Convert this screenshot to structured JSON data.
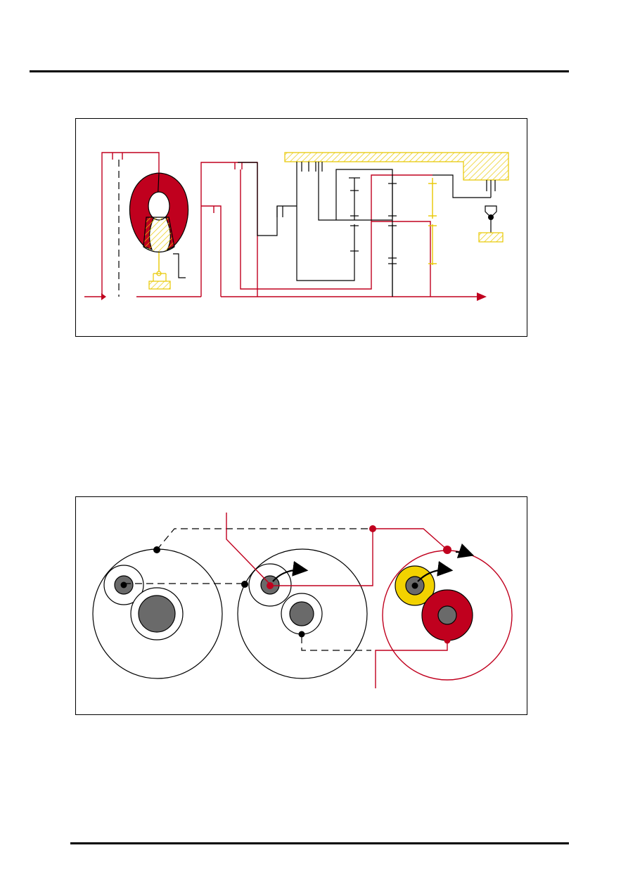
{
  "page": {
    "top_rule": true,
    "bottom_rule": true
  },
  "colors": {
    "primary": "#c0001e",
    "accent": "#f2d200",
    "hatch": "#e8c800",
    "line": "#000000",
    "hub": "#6a6a6a"
  },
  "diagram_top": {
    "kind": "gearbox-schematic",
    "components": [
      "torque-converter",
      "planetary-gearsets",
      "transmission-housing",
      "output-shaft",
      "one-way-clutch"
    ]
  },
  "diagram_bottom": {
    "kind": "gear-train-schematic",
    "components": [
      "planet-gear-set-1",
      "planet-gear-set-2",
      "planet-gear-set-3"
    ]
  }
}
